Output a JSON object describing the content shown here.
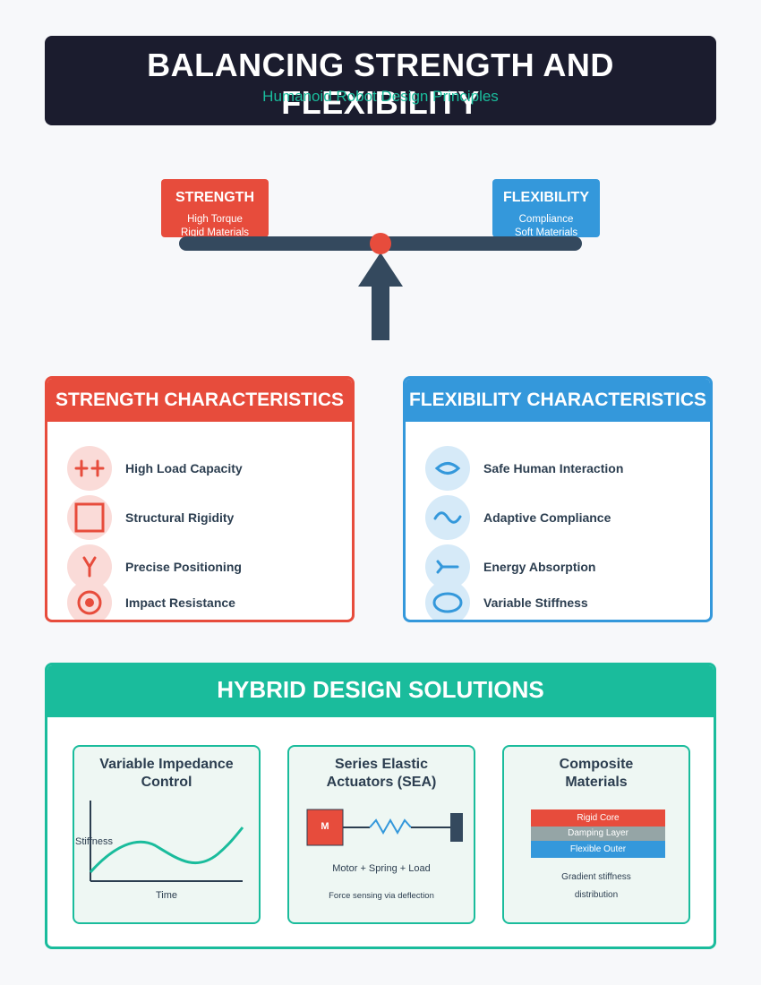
{
  "header": {
    "title": "BALANCING STRENGTH AND FLEXIBILITY",
    "subtitle": "Humanoid Robot Design Principles"
  },
  "balance": {
    "strength": {
      "title": "STRENGTH",
      "line1": "High Torque",
      "line2": "Rigid Materials"
    },
    "flexibility": {
      "title": "FLEXIBILITY",
      "line1": "Compliance",
      "line2": "Soft Materials"
    }
  },
  "strength_panel": {
    "title": "STRENGTH CHARACTERISTICS",
    "items": [
      {
        "label": "High Load Capacity",
        "icon": "plus-pair-icon"
      },
      {
        "label": "Structural Rigidity",
        "icon": "square-icon"
      },
      {
        "label": "Precise Positioning",
        "icon": "y-shape-icon"
      },
      {
        "label": "Impact Resistance",
        "icon": "target-icon"
      }
    ]
  },
  "flexibility_panel": {
    "title": "FLEXIBILITY CHARACTERISTICS",
    "items": [
      {
        "label": "Safe Human Interaction",
        "icon": "eye-icon"
      },
      {
        "label": "Adaptive Compliance",
        "icon": "wave-icon"
      },
      {
        "label": "Energy Absorption",
        "icon": "arrow-tail-icon"
      },
      {
        "label": "Variable Stiffness",
        "icon": "ellipse-icon"
      }
    ]
  },
  "hybrid": {
    "title": "HYBRID DESIGN SOLUTIONS",
    "cards": [
      {
        "title_line1": "Variable Impedance",
        "title_line2": "Control",
        "ylabel": "Stiffness",
        "xlabel": "Time"
      },
      {
        "title_line1": "Series Elastic",
        "title_line2": "Actuators (SEA)",
        "motor": "M",
        "caption1": "Motor + Spring + Load",
        "caption2": "Force sensing via deflection"
      },
      {
        "title_line1": "Composite",
        "title_line2": "Materials",
        "layers": [
          "Rigid Core",
          "Damping Layer",
          "Flexible Outer"
        ],
        "caption1": "Gradient stiffness",
        "caption2": "distribution"
      }
    ]
  },
  "colors": {
    "header_bg": "#1b1c2e",
    "strength": "#e74c3c",
    "flexibility": "#3498db",
    "hybrid": "#1abc9c",
    "dark": "#34495e",
    "damping": "#95a5a6"
  }
}
